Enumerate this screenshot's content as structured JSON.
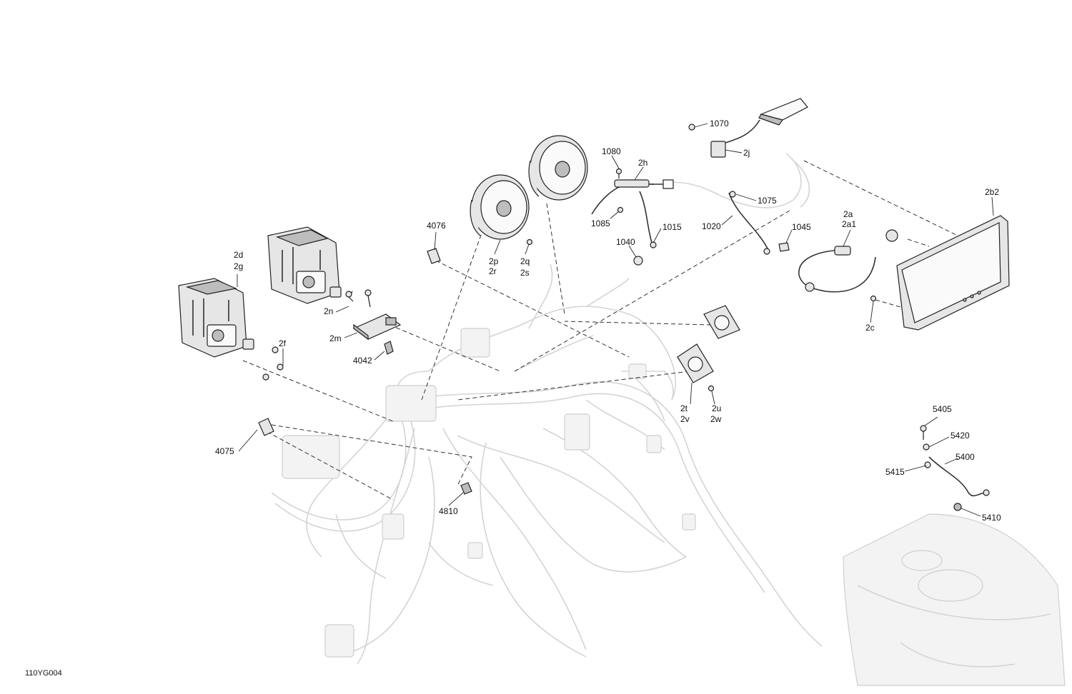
{
  "diagram": {
    "reference_code": "110YG004",
    "callouts": {
      "c_2d": "2d",
      "c_2g": "2g",
      "c_2n": "2n",
      "c_2m": "2m",
      "c_2f": "2f",
      "c_4042": "4042",
      "c_4076": "4076",
      "c_4075": "4075",
      "c_4810": "4810",
      "c_2p": "2p",
      "c_2r": "2r",
      "c_2q": "2q",
      "c_2s": "2s",
      "c_1080": "1080",
      "c_2h": "2h",
      "c_1085": "1085",
      "c_1040": "1040",
      "c_1015": "1015",
      "c_1070": "1070",
      "c_2j": "2j",
      "c_1075": "1075",
      "c_1020": "1020",
      "c_1045": "1045",
      "c_2a": "2a",
      "c_2a1": "2a1",
      "c_2b2": "2b2",
      "c_2c": "2c",
      "c_2t": "2t",
      "c_2v": "2v",
      "c_2u": "2u",
      "c_2w": "2w",
      "c_5405": "5405",
      "c_5420": "5420",
      "c_5400": "5400",
      "c_5415": "5415",
      "c_5410": "5410"
    }
  }
}
